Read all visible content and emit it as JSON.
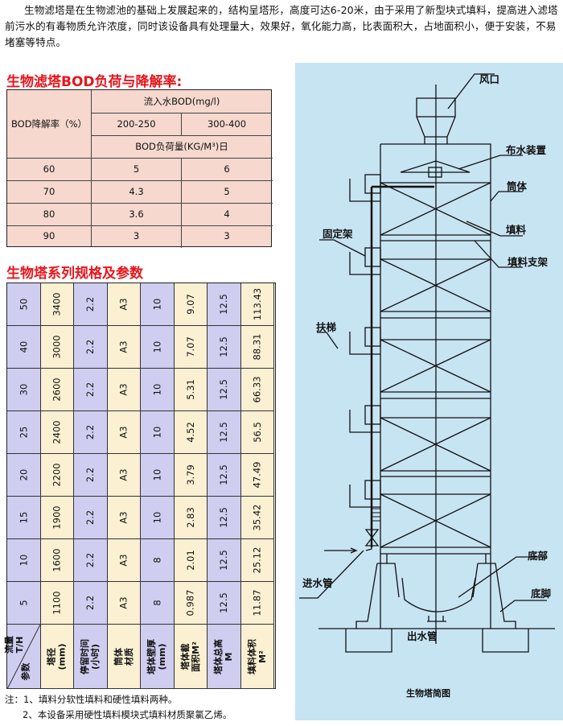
{
  "intro": {
    "text": "生物滤塔是在生物滤池的基础上发展起来的，结构呈塔形，高度可达6-20米，由于采用了新型块式填料，提高进入滤塔前污水的有毒物质允许浓度，同时该设备具有处理量大，效果好，氧化能力高，比表面积大，占地面积小，便于安装，不易堵塞等特点。"
  },
  "bod_table": {
    "title": "生物滤塔BOD负荷与降解率:",
    "row_header": "BOD降解率（%）",
    "influent_header": "流入水BOD(mg/l)",
    "ranges": [
      "200-250",
      "300-400"
    ],
    "load_header": "BOD负荷量(KG/M³)日",
    "rows": [
      {
        "rate": "60",
        "a": "5",
        "b": "6"
      },
      {
        "rate": "70",
        "a": "4.3",
        "b": "5"
      },
      {
        "rate": "80",
        "a": "3.6",
        "b": "4"
      },
      {
        "rate": "90",
        "a": "3",
        "b": "3"
      }
    ]
  },
  "spec_table": {
    "title": "生物塔系列规格及参数",
    "corner_top": "流量\nT/H",
    "corner_bottom": "参数",
    "headers": [
      "塔径\n(mm)",
      "停留时间\n(小时)",
      "筒体\n材质",
      "塔体壁厚\n(mm)",
      "塔体截\n面积M²",
      "塔体总高\nM",
      "填料体积\nM²"
    ],
    "rows": [
      [
        "50",
        "3400",
        "2.2",
        "A3",
        "10",
        "9.07",
        "12.5",
        "113.43"
      ],
      [
        "40",
        "3000",
        "2.2",
        "A3",
        "10",
        "7.07",
        "12.5",
        "88.31"
      ],
      [
        "30",
        "2600",
        "2.2",
        "A3",
        "10",
        "5.31",
        "12.5",
        "66.33"
      ],
      [
        "25",
        "2400",
        "2.2",
        "A3",
        "10",
        "4.52",
        "12.5",
        "56.5"
      ],
      [
        "20",
        "2200",
        "2.2",
        "A3",
        "10",
        "3.79",
        "12.5",
        "47.49"
      ],
      [
        "15",
        "1900",
        "2.2",
        "A3",
        "10",
        "2.83",
        "12.5",
        "35.42"
      ],
      [
        "10",
        "1600",
        "2.2",
        "A3",
        "8",
        "2.01",
        "12.5",
        "25.12"
      ],
      [
        "5",
        "1100",
        "2.2",
        "A3",
        "8",
        "0.987",
        "12.5",
        "11.87"
      ]
    ],
    "colors": {
      "lavender": "#cfcdf0",
      "cream": "#fbf0d2"
    }
  },
  "notes": [
    "注：1、填料分软性填料和硬性填料两种。",
    "2、本设备采用硬性填料模块式填料材质聚氯乙烯。"
  ],
  "diagram": {
    "labels": {
      "air_outlet": "风口",
      "distributor": "布水装置",
      "shell": "筒体",
      "packing": "填料",
      "packing_support": "填料支架",
      "fixing_frame": "固定架",
      "ladder": "扶梯",
      "inlet_pipe": "进水管",
      "bottom": "底部",
      "foot": "底脚",
      "outlet_pipe": "出水管"
    },
    "caption": "生物塔简图"
  }
}
